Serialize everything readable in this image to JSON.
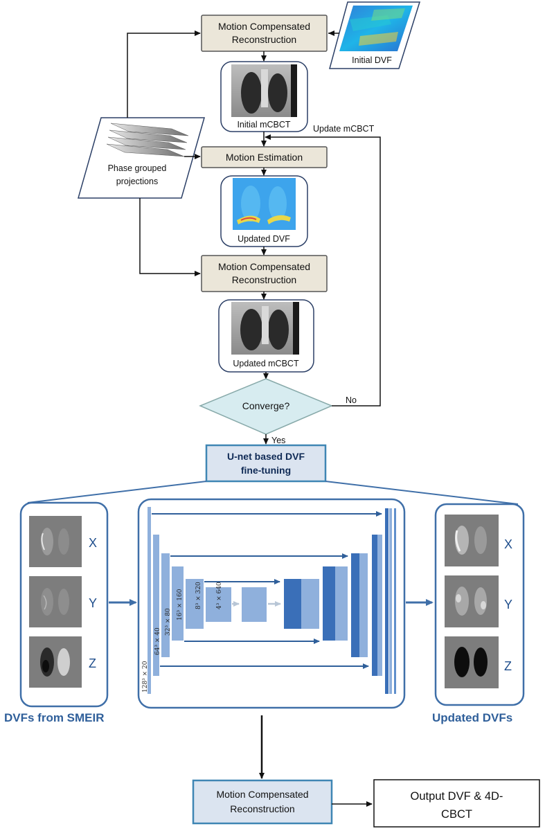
{
  "colors": {
    "process_fill": "#ebe6d9",
    "process_stroke": "#555555",
    "frame_stroke": "#2b3f66",
    "diamond_fill": "#d7ecf0",
    "unet_box_fill": "#dbe4f0",
    "unet_box_stroke": "#3f86b4",
    "accent_blue": "#2f5f9a",
    "bar_light": "#8fb0dc",
    "bar_mid": "#5f8fcc",
    "bar_dark": "#3a6fb8"
  },
  "top": {
    "mcr1": {
      "line1": "Motion Compensated",
      "line2": "Reconstruction"
    },
    "initial_dvf": "Initial DVF",
    "initial_mcbct": "Initial mCBCT",
    "projections": {
      "line1": "Phase grouped",
      "line2": "projections"
    },
    "update_mcbct": "Update mCBCT",
    "motion_estimation": "Motion Estimation",
    "updated_dvf": "Updated DVF",
    "mcr2": {
      "line1": "Motion Compensated",
      "line2": "Reconstruction"
    },
    "updated_mcbct": "Updated mCBCT",
    "converge": "Converge?",
    "no": "No",
    "yes": "Yes",
    "unet": {
      "line1": "U-net based DVF",
      "line2": "fine-tuning"
    }
  },
  "bottom": {
    "left_caption": "DVFs from SMEIR",
    "right_caption": "Updated DVFs",
    "axes": [
      "X",
      "Y",
      "Z"
    ],
    "dims": [
      "128³ × 20",
      "64³ × 40",
      "32³ × 80",
      "16³ × 160",
      "8³ × 320",
      "4³ × 640"
    ],
    "mcr3": {
      "line1": "Motion Compensated",
      "line2": "Reconstruction"
    },
    "output": {
      "line1": "Output DVF & 4D-",
      "line2": "CBCT"
    }
  }
}
